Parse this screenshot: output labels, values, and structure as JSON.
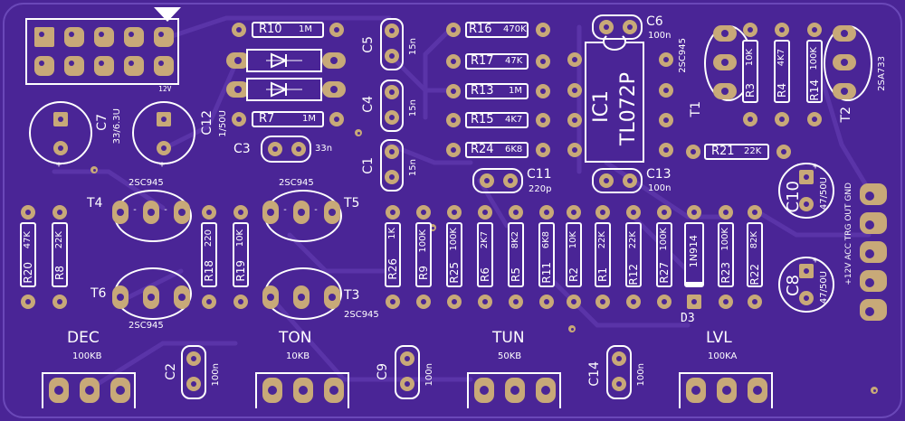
{
  "colors": {
    "board": "#4a2596",
    "copper": "#c8a978",
    "silk": "#ffffff",
    "trace": "#5a34a8"
  },
  "header": {
    "power_label": "12V"
  },
  "caps": {
    "c7": {
      "ref": "C7",
      "val": "33/6.3U"
    },
    "c12": {
      "ref": "C12",
      "val": "1/50U"
    },
    "c3": {
      "ref": "C3",
      "val": "33n"
    },
    "c5": {
      "ref": "C5",
      "val": "15n"
    },
    "c4": {
      "ref": "C4",
      "val": "15n"
    },
    "c1": {
      "ref": "C1",
      "val": "15n"
    },
    "c6": {
      "ref": "C6",
      "val": "100n"
    },
    "c13": {
      "ref": "C13",
      "val": "100n"
    },
    "c11": {
      "ref": "C11",
      "val": "220p"
    },
    "c10": {
      "ref": "C10",
      "val": "47/50U"
    },
    "c8": {
      "ref": "C8",
      "val": "47/50U"
    },
    "c2": {
      "ref": "C2",
      "val": "100n"
    },
    "c9": {
      "ref": "C9",
      "val": "100n"
    },
    "c14": {
      "ref": "C14",
      "val": "100n"
    }
  },
  "res": {
    "r10": {
      "ref": "R10",
      "val": "1M"
    },
    "r7": {
      "ref": "R7",
      "val": "1M"
    },
    "r16": {
      "ref": "R16",
      "val": "470K"
    },
    "r17": {
      "ref": "R17",
      "val": "47K"
    },
    "r13": {
      "ref": "R13",
      "val": "1M"
    },
    "r15": {
      "ref": "R15",
      "val": "4K7"
    },
    "r24": {
      "ref": "R24",
      "val": "6K8"
    },
    "r21": {
      "ref": "R21",
      "val": "22K"
    },
    "r3": {
      "ref": "R3",
      "val": "10K"
    },
    "r4": {
      "ref": "R4",
      "val": "4K7"
    },
    "r14": {
      "ref": "R14",
      "val": "100K"
    },
    "r20": {
      "ref": "R20",
      "val": "47K"
    },
    "r8": {
      "ref": "R8",
      "val": "22K"
    },
    "r18": {
      "ref": "R18",
      "val": "220"
    },
    "r19": {
      "ref": "R19",
      "val": "10K"
    },
    "r26": {
      "ref": "R26",
      "val": "1K"
    },
    "r9": {
      "ref": "R9",
      "val": "100K"
    },
    "r25": {
      "ref": "R25",
      "val": "100K"
    },
    "r6": {
      "ref": "R6",
      "val": "2K7"
    },
    "r5": {
      "ref": "R5",
      "val": "8K2"
    },
    "r11": {
      "ref": "R11",
      "val": "6K8"
    },
    "r2": {
      "ref": "R2",
      "val": "10K"
    },
    "r1": {
      "ref": "R1",
      "val": "22K"
    },
    "r12": {
      "ref": "R12",
      "val": "22K"
    },
    "r27": {
      "ref": "R27",
      "val": "100K"
    },
    "r23": {
      "ref": "R23",
      "val": "100K"
    },
    "r22": {
      "ref": "R22",
      "val": "82K"
    }
  },
  "trans": {
    "t1": {
      "ref": "T1",
      "type": "2SC945"
    },
    "t2": {
      "ref": "T2",
      "type": "2SA733"
    },
    "t3": {
      "ref": "T3",
      "type": "2SC945"
    },
    "t4": {
      "ref": "T4",
      "type": "2SC945"
    },
    "t5": {
      "ref": "T5",
      "type": "2SC945"
    },
    "t6": {
      "ref": "T6",
      "type": "2SC945"
    }
  },
  "ic1": {
    "ref": "IC1",
    "part": "TL072P"
  },
  "d3": {
    "ref": "D3",
    "part": "1N914"
  },
  "io": {
    "label": "+12V ACC TRG OUT GND"
  },
  "pots": {
    "dec": {
      "name": "DEC",
      "val": "100KB"
    },
    "ton": {
      "name": "TON",
      "val": "10KB"
    },
    "tun": {
      "name": "TUN",
      "val": "50KB"
    },
    "lvl": {
      "name": "LVL",
      "val": "100KA"
    }
  },
  "marks": {
    "plus": "+",
    "minus": "-"
  }
}
